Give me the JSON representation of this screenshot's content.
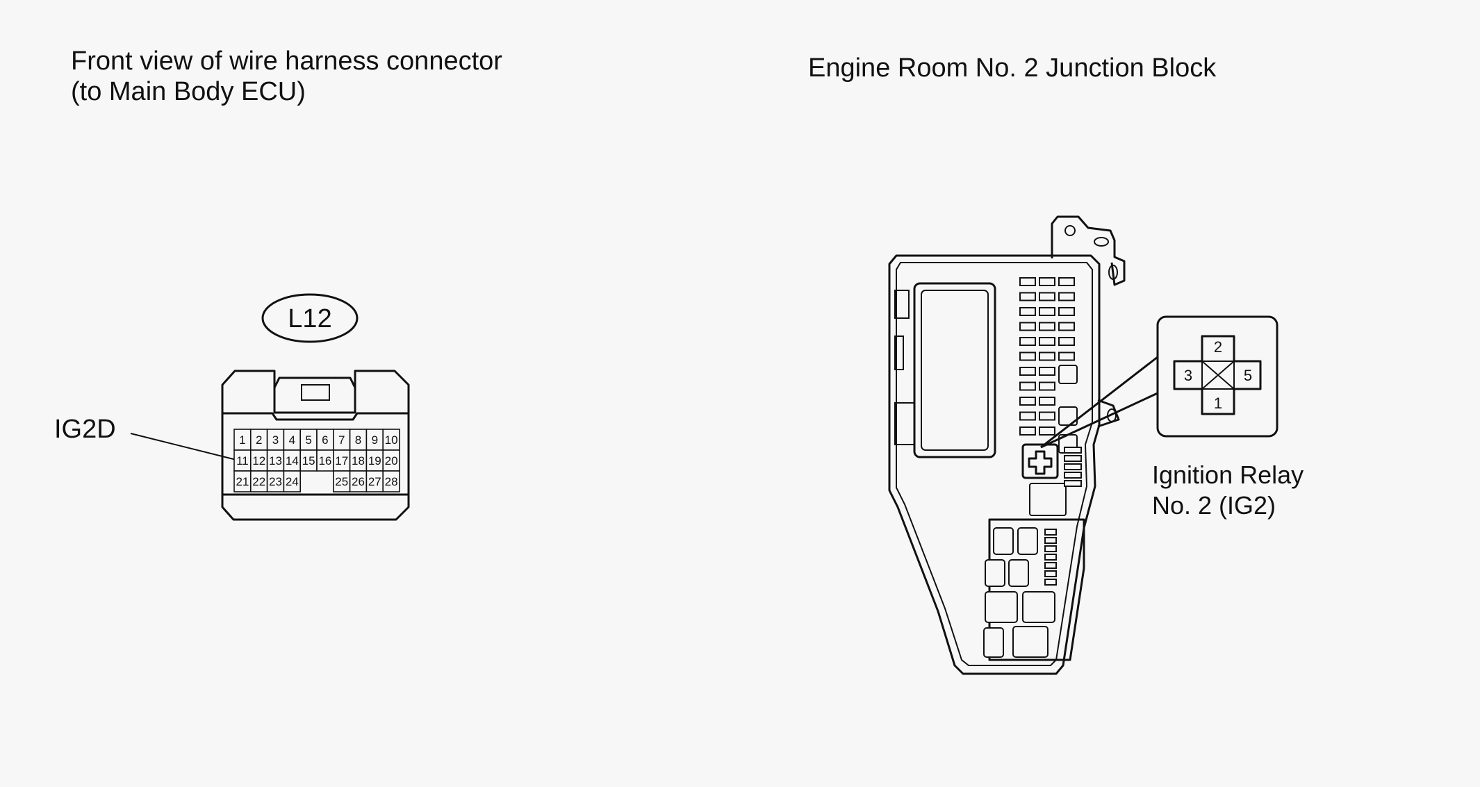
{
  "left_panel": {
    "title_line1": "Front view of wire harness connector",
    "title_line2": "(to Main Body ECU)",
    "connector_code": "L12",
    "callout": "IG2D",
    "pins_row1": [
      "1",
      "2",
      "3",
      "4",
      "5",
      "6",
      "7",
      "8",
      "9",
      "10"
    ],
    "pins_row2": [
      "11",
      "12",
      "13",
      "14",
      "15",
      "16",
      "17",
      "18",
      "19",
      "20"
    ],
    "pins_row3_left": [
      "21",
      "22",
      "23",
      "24"
    ],
    "pins_row3_right": [
      "25",
      "26",
      "27",
      "28"
    ]
  },
  "right_panel": {
    "title": "Engine Room No. 2 Junction Block",
    "relay_label_line1": "Ignition Relay",
    "relay_label_line2": "No. 2 (IG2)",
    "relay_pin_top": "2",
    "relay_pin_left": "3",
    "relay_pin_right": "5",
    "relay_pin_bottom": "1"
  }
}
